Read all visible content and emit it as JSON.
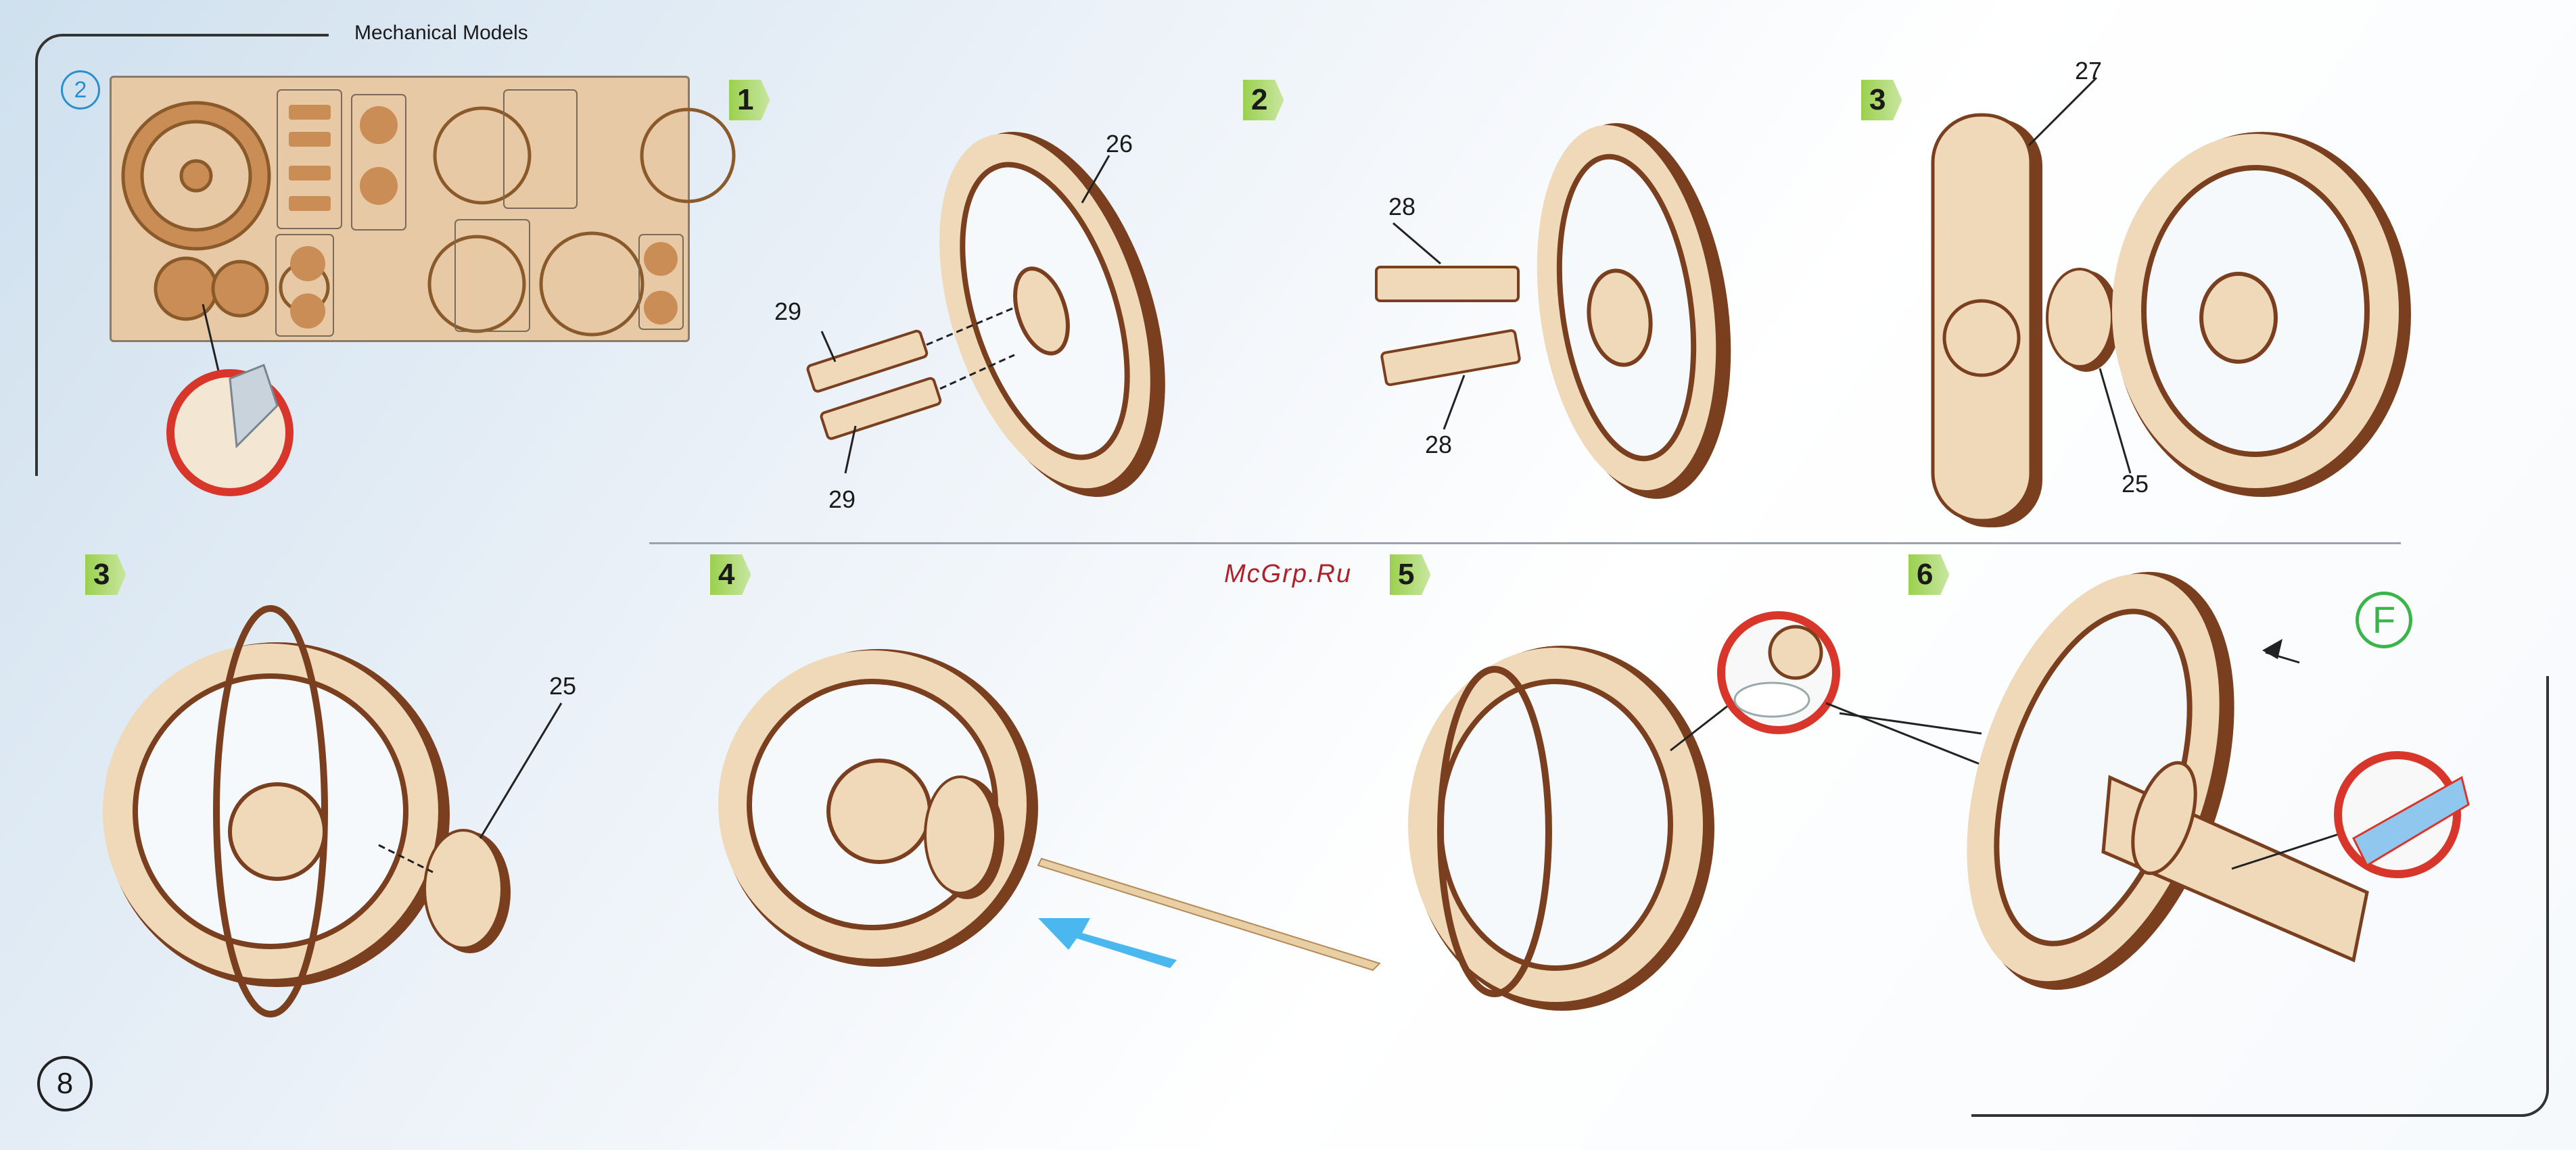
{
  "header": {
    "title": "Mechanical Models",
    "sheet_number": "2"
  },
  "page_number": "8",
  "watermark": "McGrp.Ru",
  "marker_f": "F",
  "steps": [
    {
      "label": "1",
      "parts": [
        "26",
        "29",
        "29"
      ]
    },
    {
      "label": "2",
      "parts": [
        "28",
        "28"
      ]
    },
    {
      "label": "3",
      "parts": [
        "27",
        "25"
      ]
    },
    {
      "label": "3",
      "parts": [
        "25"
      ]
    },
    {
      "label": "4",
      "parts": []
    },
    {
      "label": "5",
      "parts": []
    },
    {
      "label": "6",
      "parts": []
    }
  ],
  "colors": {
    "wood": "#efd9b8",
    "wood_edge": "#7a3f1e",
    "step_badge": "#9bd04e",
    "callout_ring": "#d8362a",
    "arrow": "#4ab8ee",
    "marker_f": "#39b54a"
  }
}
